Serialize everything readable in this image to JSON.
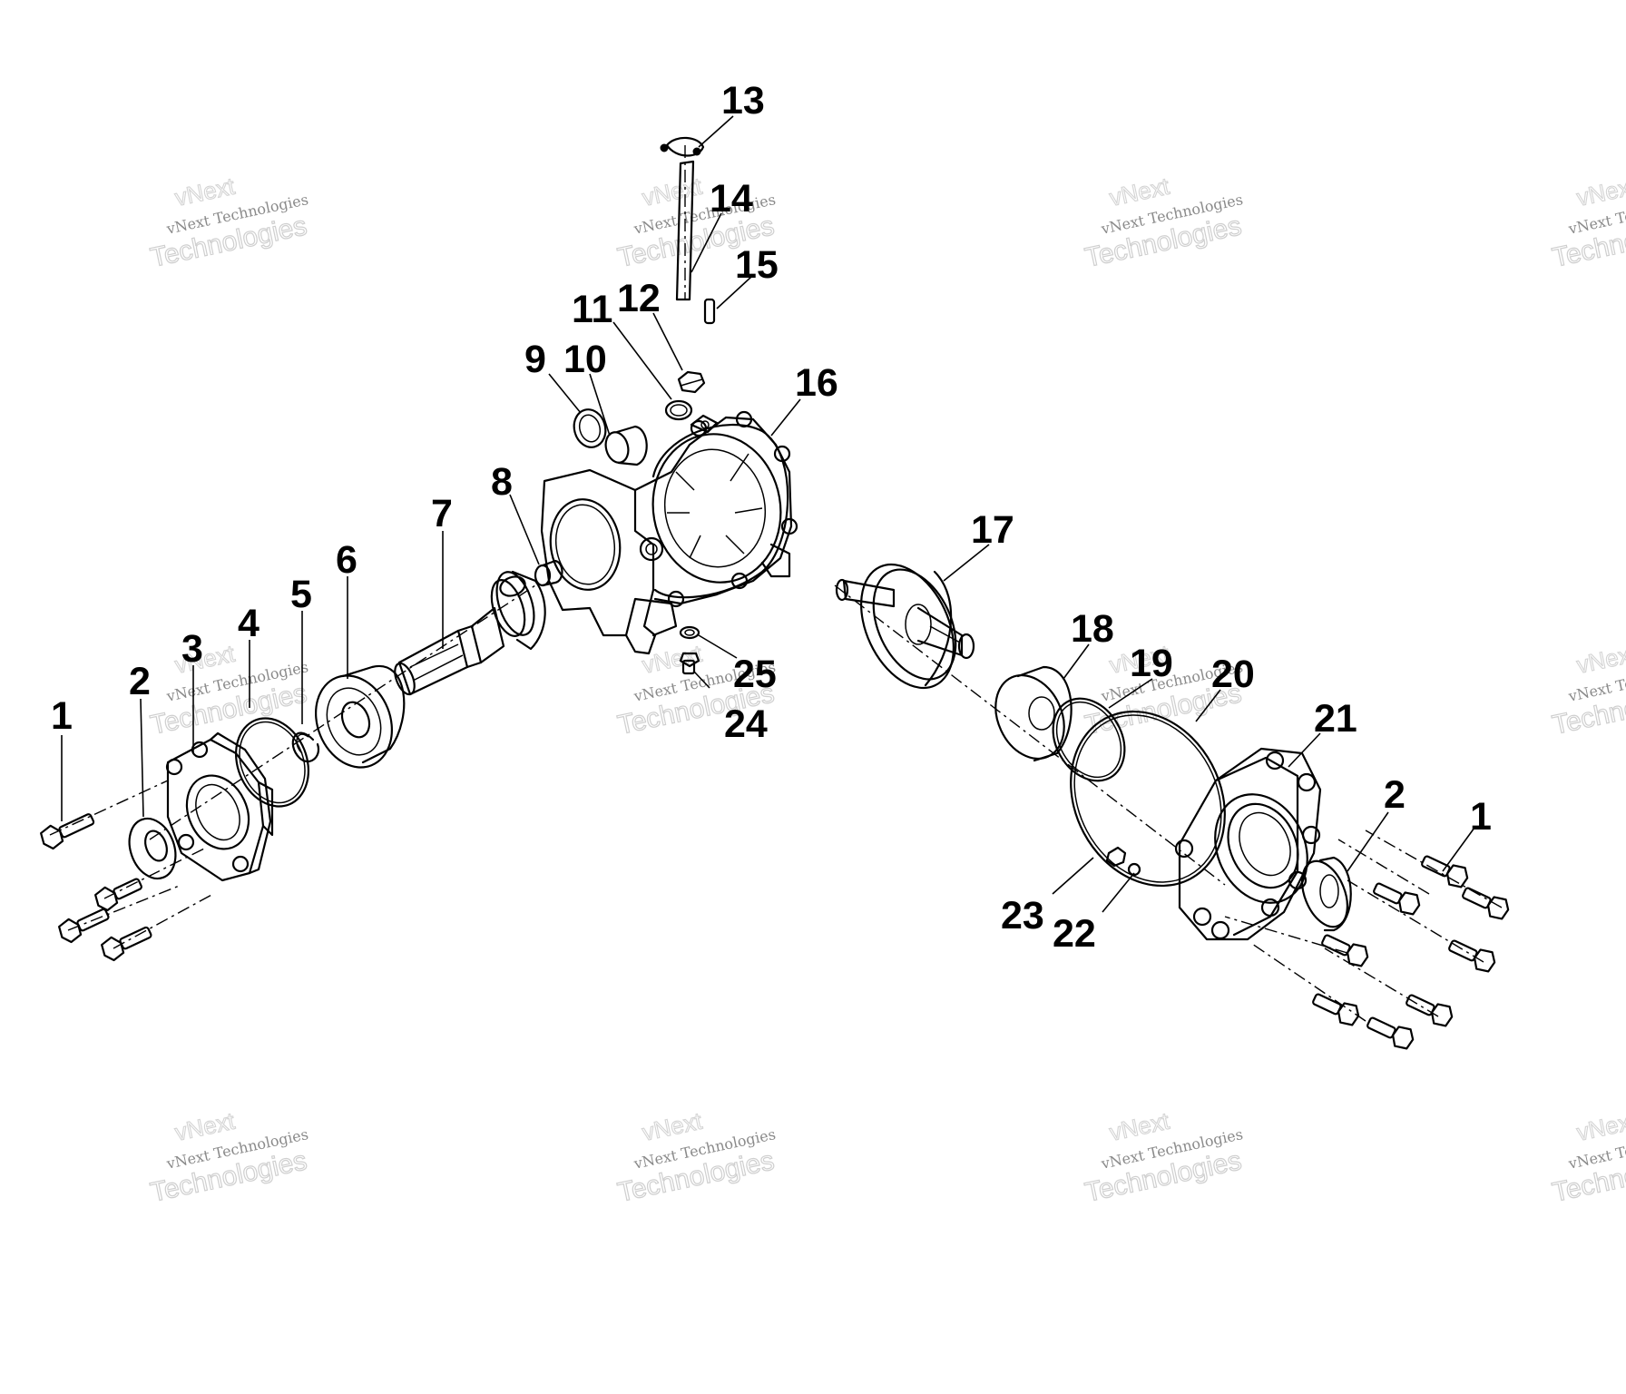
{
  "watermark": {
    "line1": "vNext",
    "line2": "vNext Technologies",
    "line3": "Technologies"
  },
  "callouts": [
    {
      "id": "c1a",
      "text": "1"
    },
    {
      "id": "c2a",
      "text": "2"
    },
    {
      "id": "c3",
      "text": "3"
    },
    {
      "id": "c4",
      "text": "4"
    },
    {
      "id": "c5",
      "text": "5"
    },
    {
      "id": "c6",
      "text": "6"
    },
    {
      "id": "c7",
      "text": "7"
    },
    {
      "id": "c8",
      "text": "8"
    },
    {
      "id": "c9",
      "text": "9"
    },
    {
      "id": "c10",
      "text": "10"
    },
    {
      "id": "c11",
      "text": "11"
    },
    {
      "id": "c12",
      "text": "12"
    },
    {
      "id": "c13",
      "text": "13"
    },
    {
      "id": "c14",
      "text": "14"
    },
    {
      "id": "c15",
      "text": "15"
    },
    {
      "id": "c16",
      "text": "16"
    },
    {
      "id": "c17",
      "text": "17"
    },
    {
      "id": "c18",
      "text": "18"
    },
    {
      "id": "c19",
      "text": "19"
    },
    {
      "id": "c20",
      "text": "20"
    },
    {
      "id": "c21",
      "text": "21"
    },
    {
      "id": "c2b",
      "text": "2"
    },
    {
      "id": "c1b",
      "text": "1"
    },
    {
      "id": "c22",
      "text": "22"
    },
    {
      "id": "c23",
      "text": "23"
    },
    {
      "id": "c24",
      "text": "24"
    },
    {
      "id": "c25",
      "text": "25"
    }
  ]
}
